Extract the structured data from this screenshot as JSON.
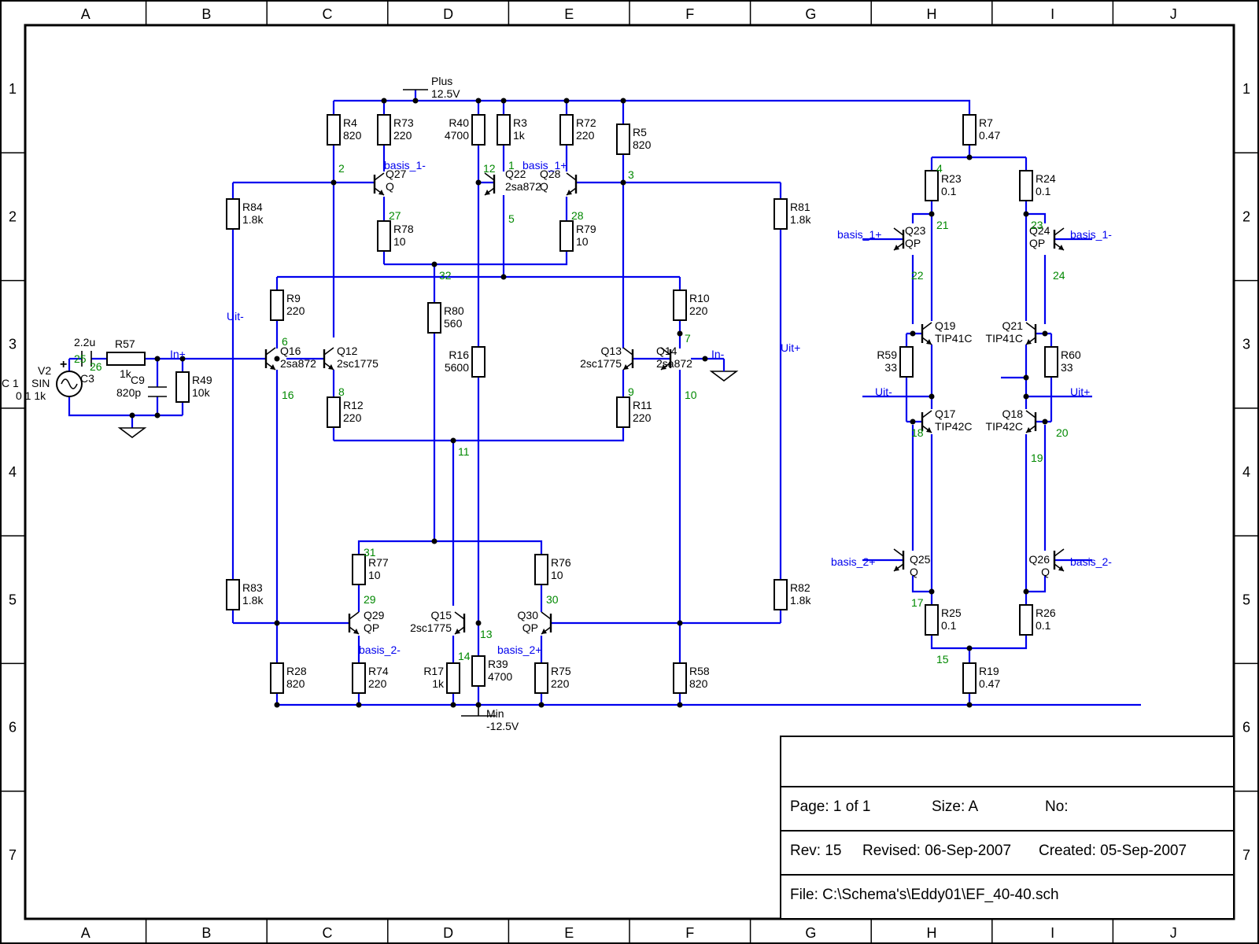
{
  "sheet": {
    "columns": [
      "A",
      "B",
      "C",
      "D",
      "E",
      "F",
      "G",
      "H",
      "I",
      "J"
    ],
    "rows": [
      "1",
      "2",
      "3",
      "4",
      "5",
      "6",
      "7"
    ]
  },
  "title_block": {
    "page": "Page: 1 of 1",
    "size": "Size: A",
    "number": "No:",
    "rev": "Rev: 15",
    "revised": "Revised: 06-Sep-2007",
    "created": "Created: 05-Sep-2007",
    "file": "File: C:\\Schema's\\Eddy01\\EF_40-40.sch"
  },
  "power": {
    "plus_name": "Plus",
    "plus_value": "12.5V",
    "min_name": "Min",
    "min_value": "-12.5V"
  },
  "source": {
    "name": "V2",
    "type": "SIN",
    "params": "0 1 1k",
    "c1": "C 1"
  },
  "resistors": [
    {
      "id": "R4",
      "ref": "R4",
      "val": "820"
    },
    {
      "id": "R73",
      "ref": "R73",
      "val": "220"
    },
    {
      "id": "R40",
      "ref": "R40",
      "val": "4700"
    },
    {
      "id": "R3",
      "ref": "R3",
      "val": "1k"
    },
    {
      "id": "R72",
      "ref": "R72",
      "val": "220"
    },
    {
      "id": "R5",
      "ref": "R5",
      "val": "820"
    },
    {
      "id": "R7",
      "ref": "R7",
      "val": "0.47"
    },
    {
      "id": "R84",
      "ref": "R84",
      "val": "1.8k"
    },
    {
      "id": "R81",
      "ref": "R81",
      "val": "1.8k"
    },
    {
      "id": "R78",
      "ref": "R78",
      "val": "10"
    },
    {
      "id": "R79",
      "ref": "R79",
      "val": "10"
    },
    {
      "id": "R23",
      "ref": "R23",
      "val": "0.1"
    },
    {
      "id": "R24",
      "ref": "R24",
      "val": "0.1"
    },
    {
      "id": "R9",
      "ref": "R9",
      "val": "220"
    },
    {
      "id": "R80",
      "ref": "R80",
      "val": "560"
    },
    {
      "id": "R10",
      "ref": "R10",
      "val": "220"
    },
    {
      "id": "R16",
      "ref": "R16",
      "val": "5600"
    },
    {
      "id": "R57",
      "ref": "R57",
      "val": "1k"
    },
    {
      "id": "R49",
      "ref": "R49",
      "val": "10k"
    },
    {
      "id": "R12",
      "ref": "R12",
      "val": "220"
    },
    {
      "id": "R11",
      "ref": "R11",
      "val": "220"
    },
    {
      "id": "R59",
      "ref": "R59",
      "val": "33"
    },
    {
      "id": "R60",
      "ref": "R60",
      "val": "33"
    },
    {
      "id": "R77",
      "ref": "R77",
      "val": "10"
    },
    {
      "id": "R76",
      "ref": "R76",
      "val": "10"
    },
    {
      "id": "R83",
      "ref": "R83",
      "val": "1.8k"
    },
    {
      "id": "R82",
      "ref": "R82",
      "val": "1.8k"
    },
    {
      "id": "R25",
      "ref": "R25",
      "val": "0.1"
    },
    {
      "id": "R26",
      "ref": "R26",
      "val": "0.1"
    },
    {
      "id": "R28",
      "ref": "R28",
      "val": "820"
    },
    {
      "id": "R74",
      "ref": "R74",
      "val": "220"
    },
    {
      "id": "R17",
      "ref": "R17",
      "val": "1k"
    },
    {
      "id": "R39",
      "ref": "R39",
      "val": "4700"
    },
    {
      "id": "R75",
      "ref": "R75",
      "val": "220"
    },
    {
      "id": "R58",
      "ref": "R58",
      "val": "820"
    },
    {
      "id": "R19",
      "ref": "R19",
      "val": "0.47"
    }
  ],
  "capacitors": [
    {
      "id": "C3",
      "ref": "C3",
      "val": "2.2u"
    },
    {
      "id": "C9",
      "ref": "C9",
      "val": "820p"
    }
  ],
  "transistors": [
    {
      "id": "Q27",
      "ref": "Q27",
      "type": "Q"
    },
    {
      "id": "Q22",
      "ref": "Q22",
      "type": "2sa872"
    },
    {
      "id": "Q28",
      "ref": "Q28",
      "type": "Q"
    },
    {
      "id": "Q16",
      "ref": "Q16",
      "type": "2sa872"
    },
    {
      "id": "Q12",
      "ref": "Q12",
      "type": "2sc1775"
    },
    {
      "id": "Q13",
      "ref": "Q13",
      "type": "2sc1775"
    },
    {
      "id": "Q14",
      "ref": "Q14",
      "type": "2sa872"
    },
    {
      "id": "Q23",
      "ref": "Q23",
      "type": "QP"
    },
    {
      "id": "Q24",
      "ref": "Q24",
      "type": "QP"
    },
    {
      "id": "Q19",
      "ref": "Q19",
      "type": "TIP41C"
    },
    {
      "id": "Q21",
      "ref": "Q21",
      "type": "TIP41C"
    },
    {
      "id": "Q17",
      "ref": "Q17",
      "type": "TIP42C"
    },
    {
      "id": "Q18",
      "ref": "Q18",
      "type": "TIP42C"
    },
    {
      "id": "Q25",
      "ref": "Q25",
      "type": "Q"
    },
    {
      "id": "Q26",
      "ref": "Q26",
      "type": "Q"
    },
    {
      "id": "Q29",
      "ref": "Q29",
      "type": "QP"
    },
    {
      "id": "Q15",
      "ref": "Q15",
      "type": "2sc1775"
    },
    {
      "id": "Q30",
      "ref": "Q30",
      "type": "QP"
    }
  ],
  "net_labels": [
    "basis_1-",
    "basis_1+",
    "basis_1+",
    "basis_1-",
    "Uit-",
    "Uit+",
    "Uit-",
    "Uit+",
    "In+",
    "In-",
    "basis_2-",
    "basis_2+",
    "basis_2+",
    "basis_2-"
  ],
  "node_numbers": [
    "2",
    "27",
    "12",
    "1",
    "5",
    "3",
    "28",
    "32",
    "6",
    "16",
    "8",
    "7",
    "9",
    "10",
    "11",
    "4",
    "21",
    "23",
    "22",
    "24",
    "18",
    "20",
    "19",
    "31",
    "29",
    "30",
    "14",
    "13",
    "17",
    "15",
    "25",
    "26"
  ]
}
